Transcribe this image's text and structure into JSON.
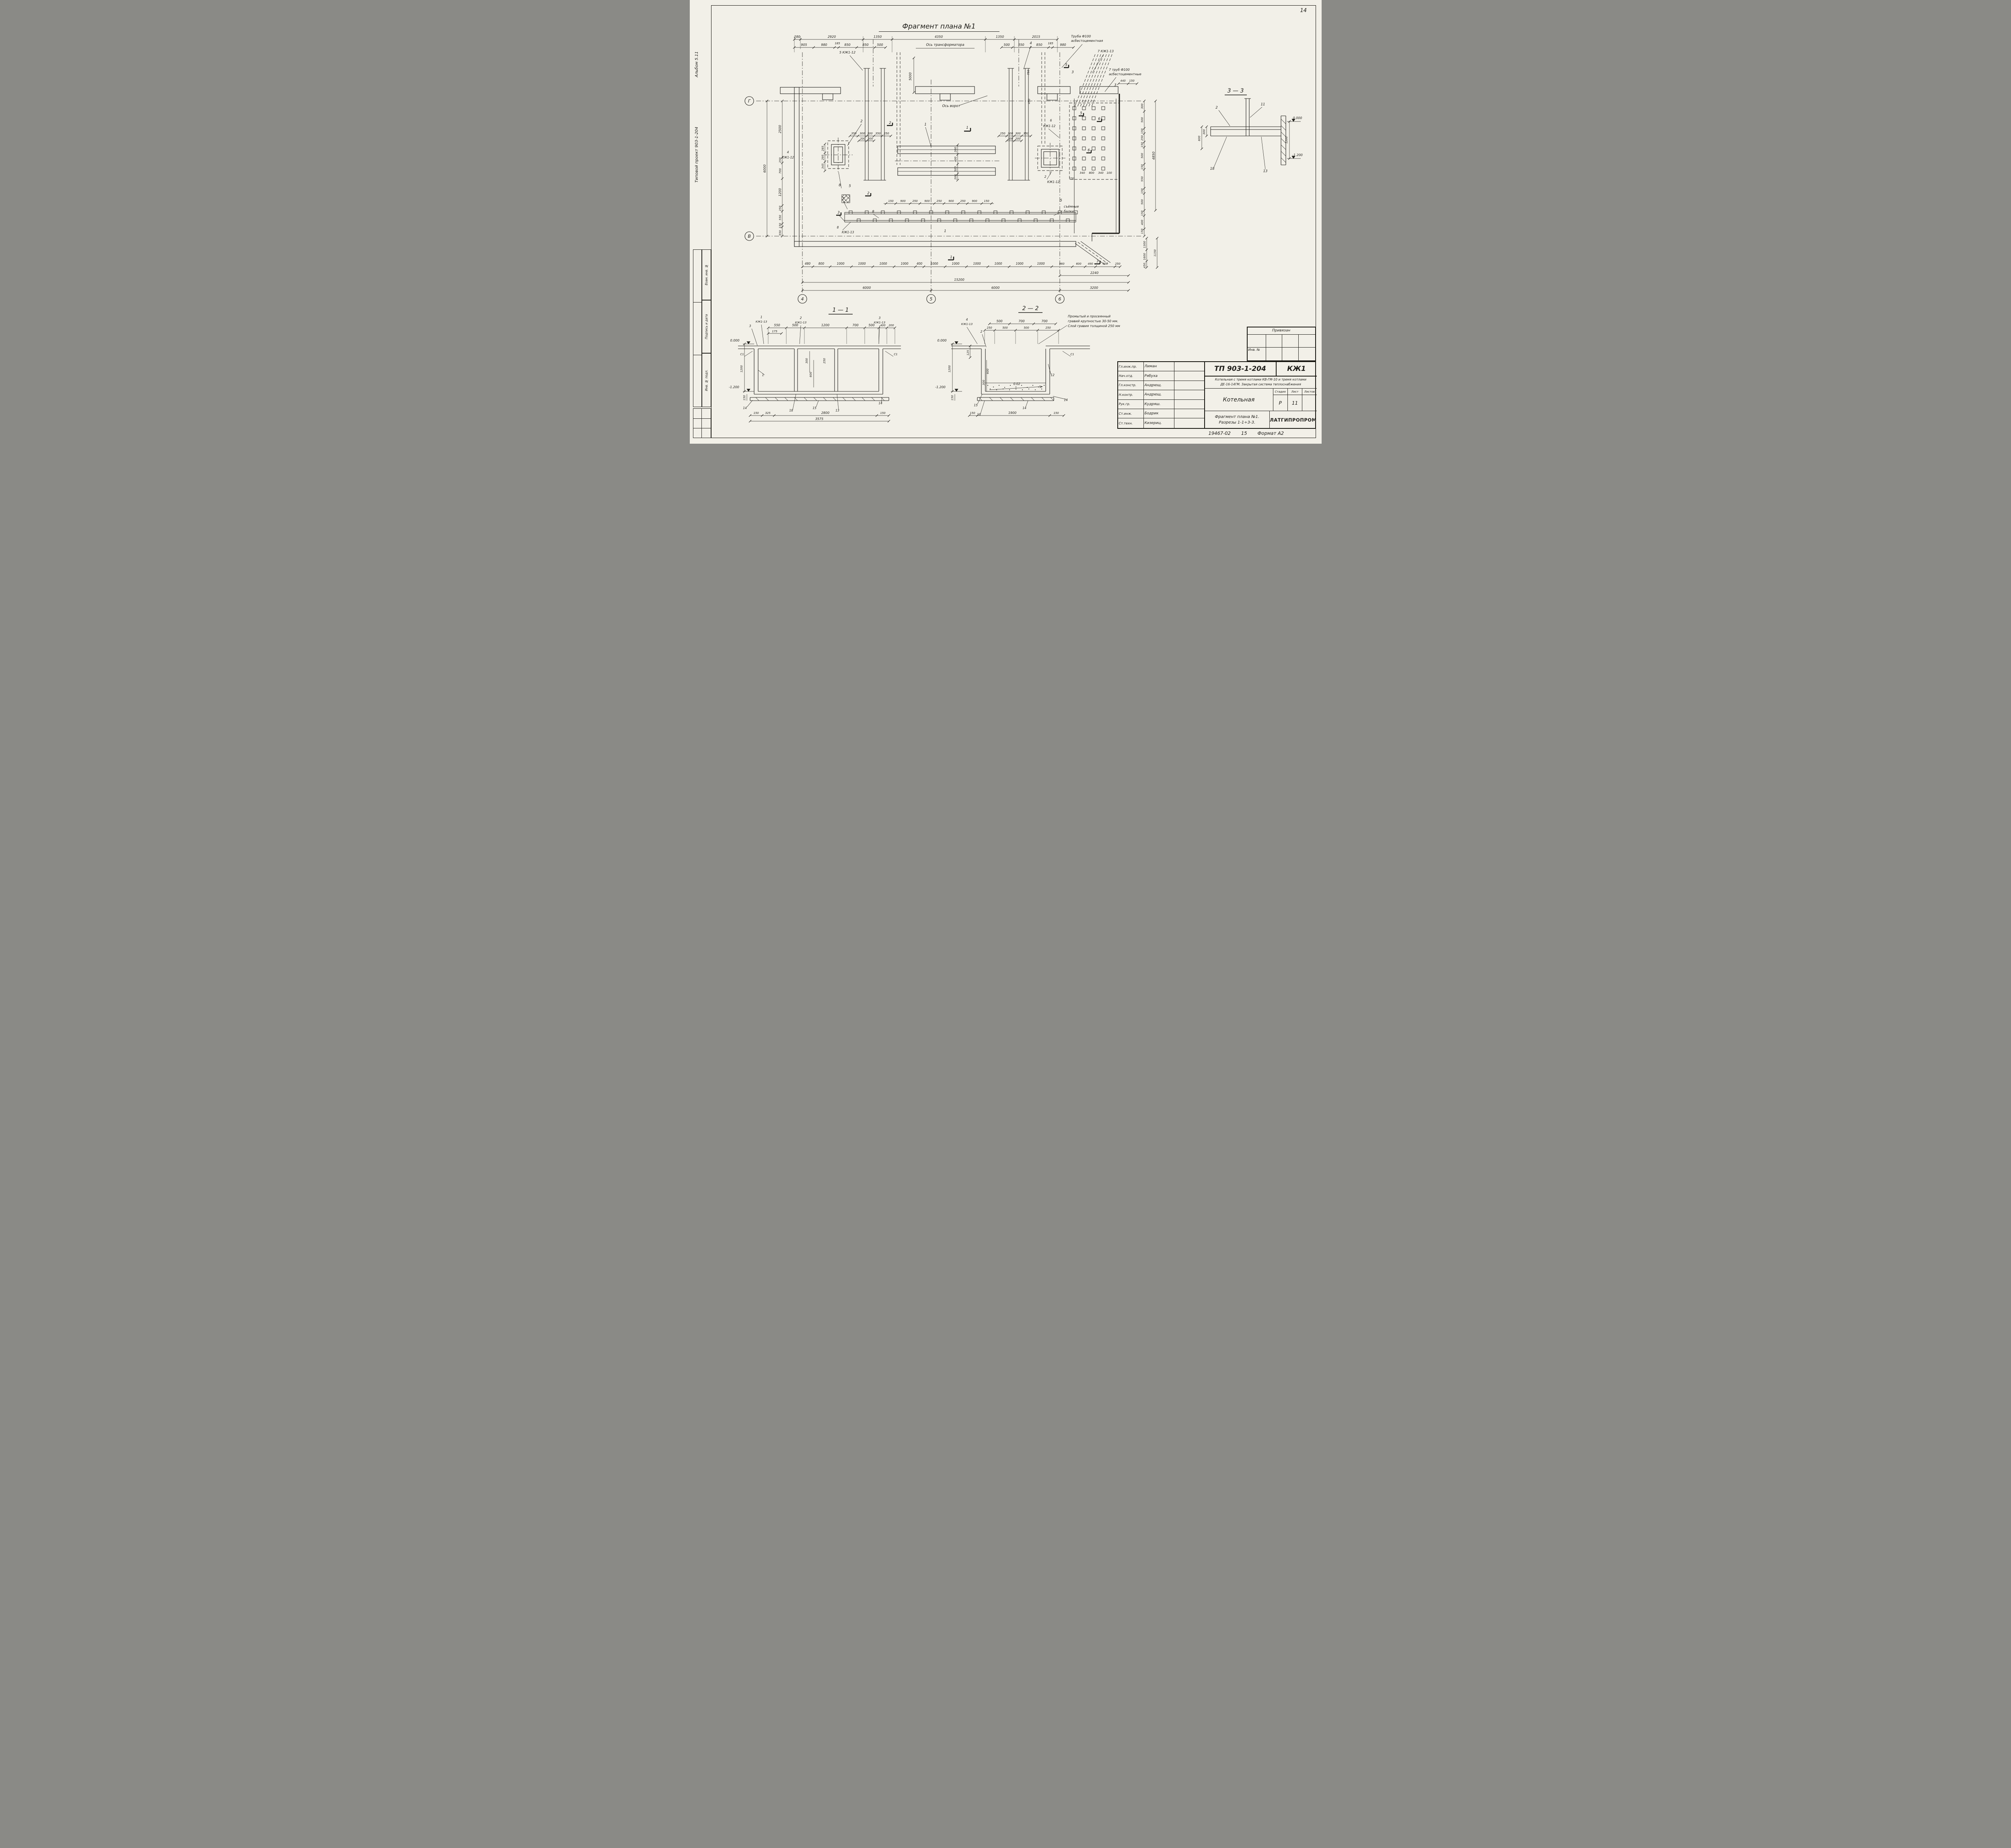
{
  "page": {
    "number": "14",
    "footer_code": "19467-02",
    "footer_sheet": "15",
    "footer_format": "Формат А2"
  },
  "margin": {
    "album": "Альбом 5.11",
    "project": "Типовой проект 903-1-204",
    "stamp_vzam": "Взам. инв. №",
    "stamp_podpis": "Подпись и дата",
    "stamp_inv": "Инв. № подл."
  },
  "plan": {
    "title": "Фрагмент плана №1",
    "axis_left": [
      "Г",
      "В"
    ],
    "axis_bottom": [
      "4",
      "5",
      "6"
    ],
    "row_a": [
      "280",
      "2920",
      "1350",
      "4350",
      "1350",
      "2015"
    ],
    "row_b_left": [
      "905",
      "980",
      "185",
      "850",
      "850",
      "500"
    ],
    "row_b_right": [
      "500",
      "850",
      "850",
      "185",
      "980"
    ],
    "os_transformatora": "Ось трансформатора",
    "os_vorot": "Ось ворот",
    "d5000": "5000",
    "c4_top": "4",
    "kzh12_top": "5 КЖ1-12",
    "truba1": [
      "Труба Ф100",
      "асбестоцементная"
    ],
    "kzh13_top": "7 КЖ1-13",
    "truba2": [
      "7 труб Ф100",
      "асбестоцементные"
    ],
    "d440": "440",
    "d150_top": "150",
    "d750": "750",
    "d450": "450",
    "left_chain": [
      "2500",
      "250",
      "700",
      "1200",
      "250"
    ],
    "left_chain2": [
      "550",
      "150",
      "550"
    ],
    "d6000_left": "6000",
    "pit_left_v": [
      "345",
      "295",
      "285"
    ],
    "kzh12_left": [
      "4",
      "КЖ1-12"
    ],
    "pit_left_row": [
      "350",
      "300",
      "300",
      "350",
      "250"
    ],
    "pit_left_row2": [
      "200",
      "200"
    ],
    "pit_right_row": [
      "250",
      "300",
      "300",
      "350"
    ],
    "pit_right_row2": [
      "200",
      "200"
    ],
    "mid_v": [
      "200",
      "400",
      "500",
      "200"
    ],
    "inner_row": [
      "150",
      "900",
      "250",
      "900",
      "250",
      "900",
      "250",
      "900",
      "150"
    ],
    "semnye": [
      "съёмные",
      "балки"
    ],
    "pile_row": [
      "340",
      "800",
      "340",
      "100"
    ],
    "d150_pile": "150",
    "right_chain": [
      "300",
      "500",
      "150",
      "250",
      "150",
      "500",
      "150",
      "550",
      "150",
      "500",
      "150",
      "400",
      "150"
    ],
    "d4850": "4850",
    "right_bottom": [
      "1300",
      "1600",
      "450",
      "1150"
    ],
    "bot_chain": [
      "480",
      "800",
      "1000",
      "1000",
      "1000",
      "1000",
      "400",
      "1000",
      "1000",
      "1000",
      "1000",
      "1000",
      "1000",
      "960",
      "600",
      "490",
      "900",
      "250"
    ],
    "d2240": "2240",
    "d15200": "15200",
    "bot_totals": [
      "6000",
      "6000",
      "3200"
    ],
    "kzh13_bot": [
      "8",
      "КЖ1-13"
    ],
    "kzh12_mid": [
      "2",
      "КЖ1-12"
    ],
    "kzh12_right": [
      "6",
      "КЖ1-12"
    ],
    "callouts": {
      "c1": "1",
      "c2": "2",
      "c3": "3",
      "c5": "5",
      "c6": "6",
      "c7": "7",
      "c8": "8"
    }
  },
  "sec33": {
    "title": "3 — 3",
    "c2": "2",
    "c11": "11",
    "c18": "18",
    "c13": "13",
    "lvl0": "0.000",
    "lvlm": "-1.200",
    "d1200": "1200",
    "d300": "300",
    "d600": "600"
  },
  "sec11": {
    "title": "1 — 1",
    "dims_top": [
      "550",
      "500",
      "1200",
      "700",
      "500",
      "400",
      "200"
    ],
    "d175": "175",
    "c1": "1",
    "c2": "2",
    "c3": "3",
    "kzh": "КЖ1-13",
    "s1": "С1",
    "lvl0": "0.000",
    "lvlm": "-1.200",
    "d1200": "1200",
    "d150": "150",
    "d300": "300",
    "d600": "600",
    "d250": "250",
    "b14": "14",
    "b18": "18",
    "b15": "15",
    "b13": "13",
    "dims_bot": [
      "150",
      "325",
      "2800",
      "150"
    ],
    "total": "3575"
  },
  "sec22": {
    "title": "2 — 2",
    "dims_top1": [
      "500",
      "700",
      "700"
    ],
    "dims_top2": [
      "250",
      "500",
      "500",
      "250"
    ],
    "c4": "4",
    "c2": "2",
    "kzh": "КЖ1-13",
    "note": [
      "Промытый и просеянный",
      "гравий крупностью 30-50 мм.",
      "Слой гравия толщиной 250 мм"
    ],
    "lvl0": "0.000",
    "lvlm": "-1.200",
    "d1200": "1200",
    "d125": "125",
    "d150": "150",
    "d300": "300",
    "d600": "600",
    "slope": "0.02",
    "c12": "12",
    "s1": "С1",
    "b15": "15",
    "b18": "18",
    "b14": "14",
    "dims_bot": [
      "1900",
      "150"
    ],
    "d150_left": "150"
  },
  "titleblock": {
    "doc": "ТП 903-1-204",
    "code": "КЖ1",
    "subtitle1": "Котельная с тремя котлами КВ-ГМ-10 и тремя котлами",
    "subtitle2": "ДЕ-16-14ГМ. Закрытая система теплоснабжения",
    "object": "Котельная",
    "sheet_title1": "Фрагмент плана №1.",
    "sheet_title2": "Разрезы 1-1÷3-3.",
    "stage_h": "Стадия",
    "list_h": "Лист",
    "listov_h": "Листов",
    "stage": "Р",
    "list": "11",
    "org": "ЛАТГИПРОПРОМ",
    "privyazan": "Привязан",
    "inv": "Инв. №",
    "rows": [
      {
        "role": "Гл.инж.пр.",
        "name": "Лиман"
      },
      {
        "role": "Нач.отд.",
        "name": "Рябуха"
      },
      {
        "role": "Гл.констр.",
        "name": "Андрющ."
      },
      {
        "role": "Н.контр.",
        "name": "Андрющ."
      },
      {
        "role": "Рук.гр.",
        "name": "Кудряш."
      },
      {
        "role": "Ст.инж.",
        "name": "Бодрик"
      },
      {
        "role": "Ст.техн.",
        "name": "Кизериц."
      }
    ]
  }
}
